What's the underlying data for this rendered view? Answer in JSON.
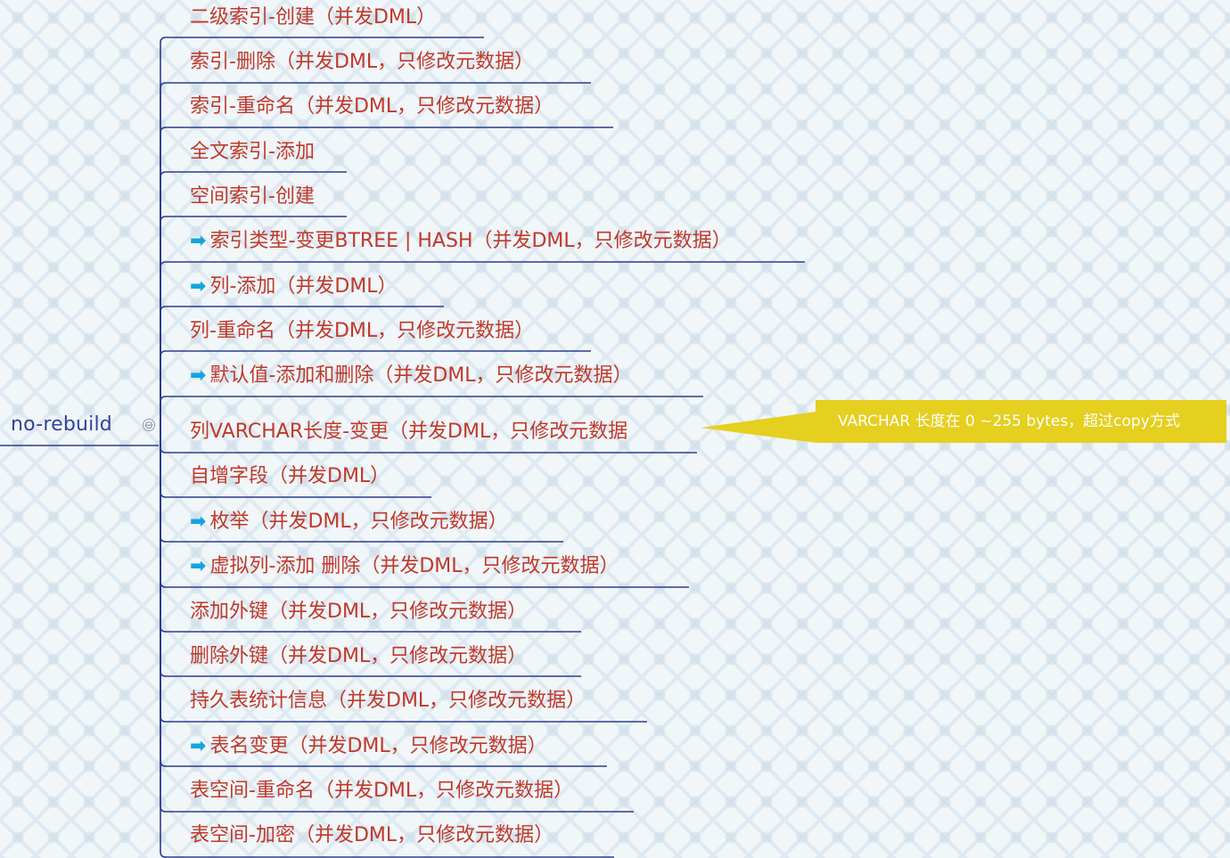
{
  "root": {
    "label": "no-rebuild",
    "collapse_icon": "⊖"
  },
  "branches": [
    {
      "label": "二级索引-创建（并发DML）",
      "arrow": false
    },
    {
      "label": "索引-删除（并发DML，只修改元数据）",
      "arrow": false
    },
    {
      "label": "索引-重命名（并发DML，只修改元数据）",
      "arrow": false
    },
    {
      "label": "全文索引-添加",
      "arrow": false
    },
    {
      "label": "空间索引-创建",
      "arrow": false
    },
    {
      "label": "索引类型-变更BTREE | HASH（并发DML，只修改元数据）",
      "arrow": true
    },
    {
      "label": "列-添加（并发DML）",
      "arrow": true
    },
    {
      "label": "列-重命名（并发DML，只修改元数据）",
      "arrow": false
    },
    {
      "label": "默认值-添加和删除（并发DML，只修改元数据）",
      "arrow": true
    },
    {
      "label": "列VARCHAR长度-变更（并发DML，只修改元数据",
      "arrow": false
    },
    {
      "label": "自增字段（并发DML）",
      "arrow": false
    },
    {
      "label": "枚举（并发DML，只修改元数据）",
      "arrow": true
    },
    {
      "label": "虚拟列-添加 删除（并发DML，只修改元数据）",
      "arrow": true
    },
    {
      "label": "添加外键（并发DML，只修改元数据）",
      "arrow": false
    },
    {
      "label": "删除外键（并发DML，只修改元数据）",
      "arrow": false
    },
    {
      "label": "持久表统计信息（并发DML，只修改元数据）",
      "arrow": false
    },
    {
      "label": "表名变更（并发DML，只修改元数据）",
      "arrow": true
    },
    {
      "label": "表空间-重命名（并发DML，只修改元数据）",
      "arrow": false
    },
    {
      "label": "表空间-加密（并发DML，只修改元数据）",
      "arrow": false
    }
  ],
  "arrow_icon": "arrow-right-icon",
  "arrow_glyph": "➡",
  "callout": {
    "text": "VARCHAR 长度在 0 ~255 bytes，超过copy方式"
  },
  "colors": {
    "branch_line": "#2b3d90",
    "branch_text": "#c0392b",
    "root_text": "#30449a",
    "arrow": "#13a4e0",
    "callout_bg": "#e5cf1f"
  }
}
